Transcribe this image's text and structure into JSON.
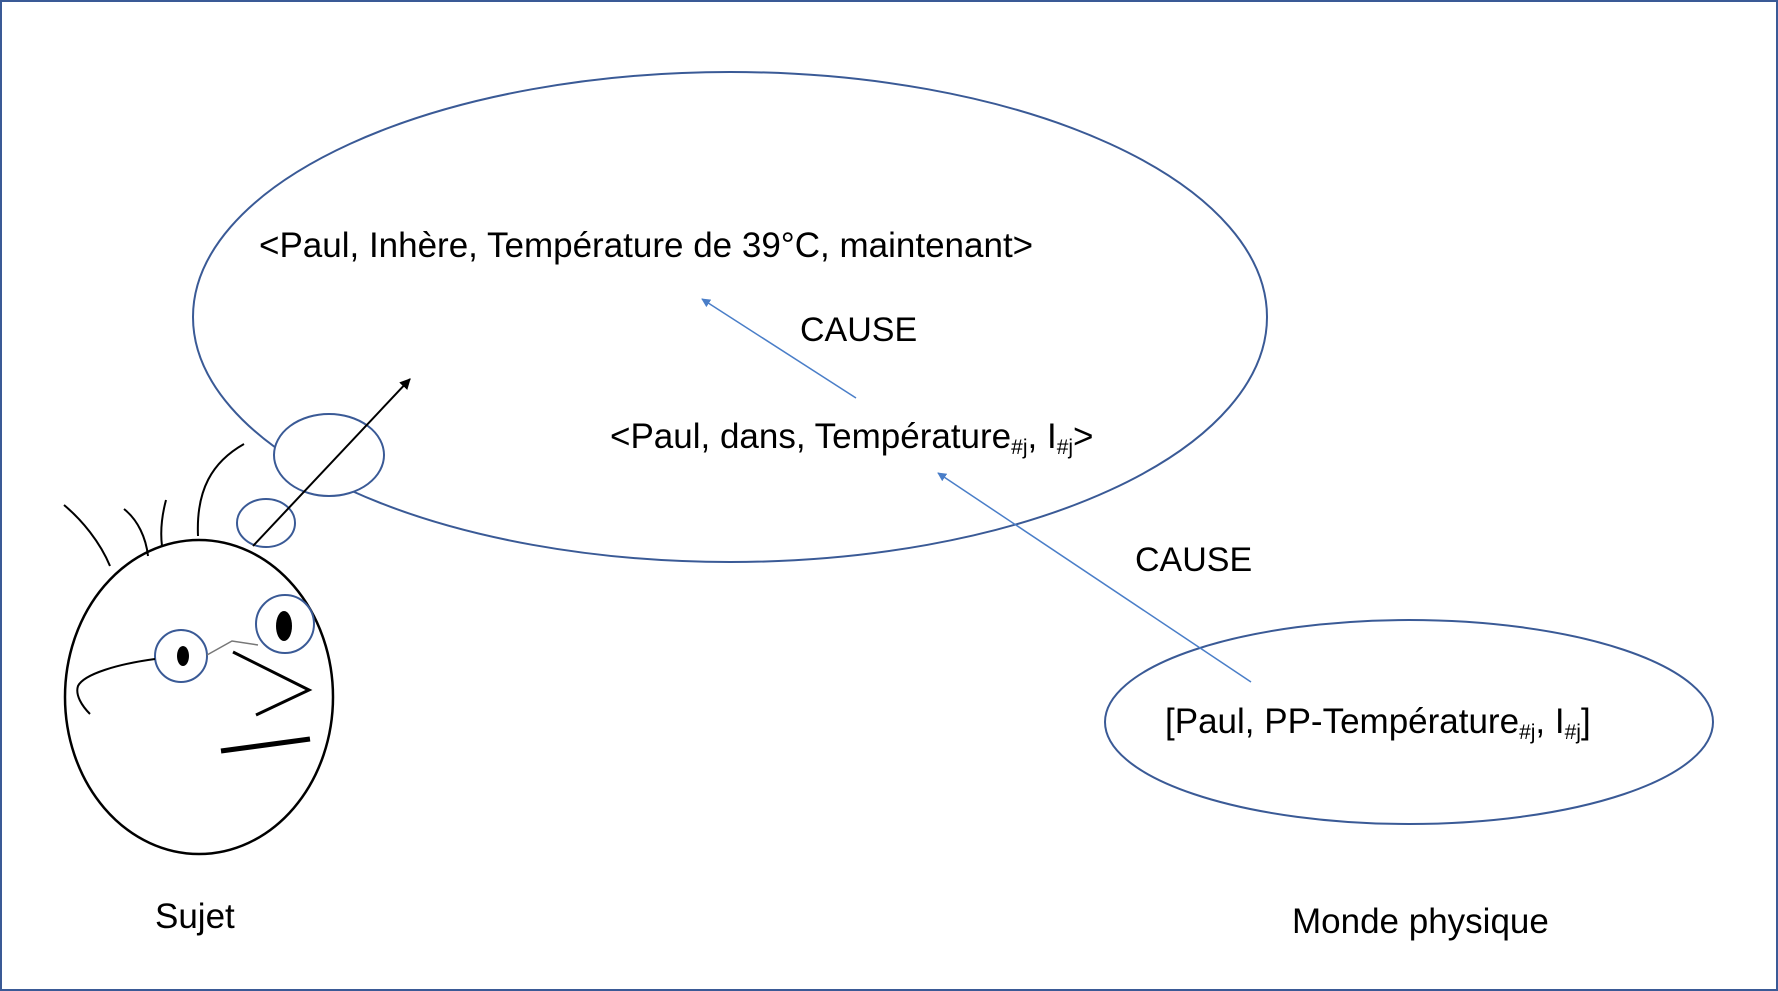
{
  "colors": {
    "ellipse_stroke": "#3a5a96",
    "arrow": "#4a7ec8",
    "ink": "#000000",
    "background": "#ffffff"
  },
  "statements": {
    "mental_top": "<Paul, Inhère, Température de 39°C, maintenant>",
    "mental_inner": {
      "open": "<Paul, dans, Température",
      "sub1": "#j",
      "sep": ", I",
      "sub2": "#j",
      "close": ">"
    },
    "physical": {
      "open": "[Paul, PP-Température",
      "sub1": "#j",
      "sep": ", I",
      "sub2": "#j",
      "close": "]"
    }
  },
  "relations": {
    "cause_upper": "CAUSE",
    "cause_lower": "CAUSE"
  },
  "captions": {
    "subject": "Sujet",
    "world": "Monde physique"
  },
  "icons": {
    "subject_face": "cartoon-head-icon",
    "thought_bubble": "thought-bubble-icon"
  }
}
